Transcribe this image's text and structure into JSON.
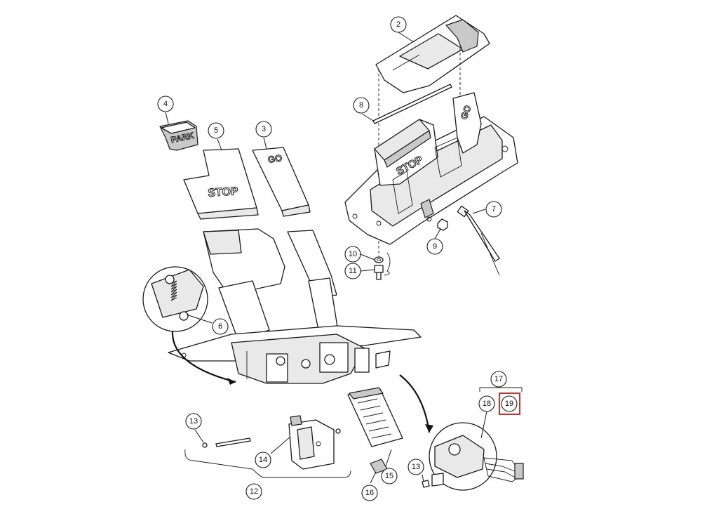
{
  "part_labels": {
    "park": "PARK",
    "stop_cover": "STOP",
    "go_cover": "GO",
    "stop_pedal": "STOP",
    "go_pedal": "GO"
  },
  "callouts": [
    {
      "id": "c1",
      "label": "2"
    },
    {
      "id": "c2",
      "label": "4"
    },
    {
      "id": "c3",
      "label": "5"
    },
    {
      "id": "c4",
      "label": "3"
    },
    {
      "id": "c5",
      "label": "8"
    },
    {
      "id": "c6",
      "label": "7"
    },
    {
      "id": "c7",
      "label": "9"
    },
    {
      "id": "c8",
      "label": "10"
    },
    {
      "id": "c9",
      "label": "11"
    },
    {
      "id": "c10",
      "label": "6"
    },
    {
      "id": "c11",
      "label": "17"
    },
    {
      "id": "c12",
      "label": "18"
    },
    {
      "id": "c13",
      "label": "19"
    },
    {
      "id": "c14",
      "label": "13"
    },
    {
      "id": "c15",
      "label": "14"
    },
    {
      "id": "c16",
      "label": "12"
    },
    {
      "id": "c17",
      "label": "15"
    },
    {
      "id": "c18",
      "label": "16"
    },
    {
      "id": "c19",
      "label": "13"
    }
  ],
  "highlight": {
    "callout": "19",
    "color": "#d32f2f"
  }
}
